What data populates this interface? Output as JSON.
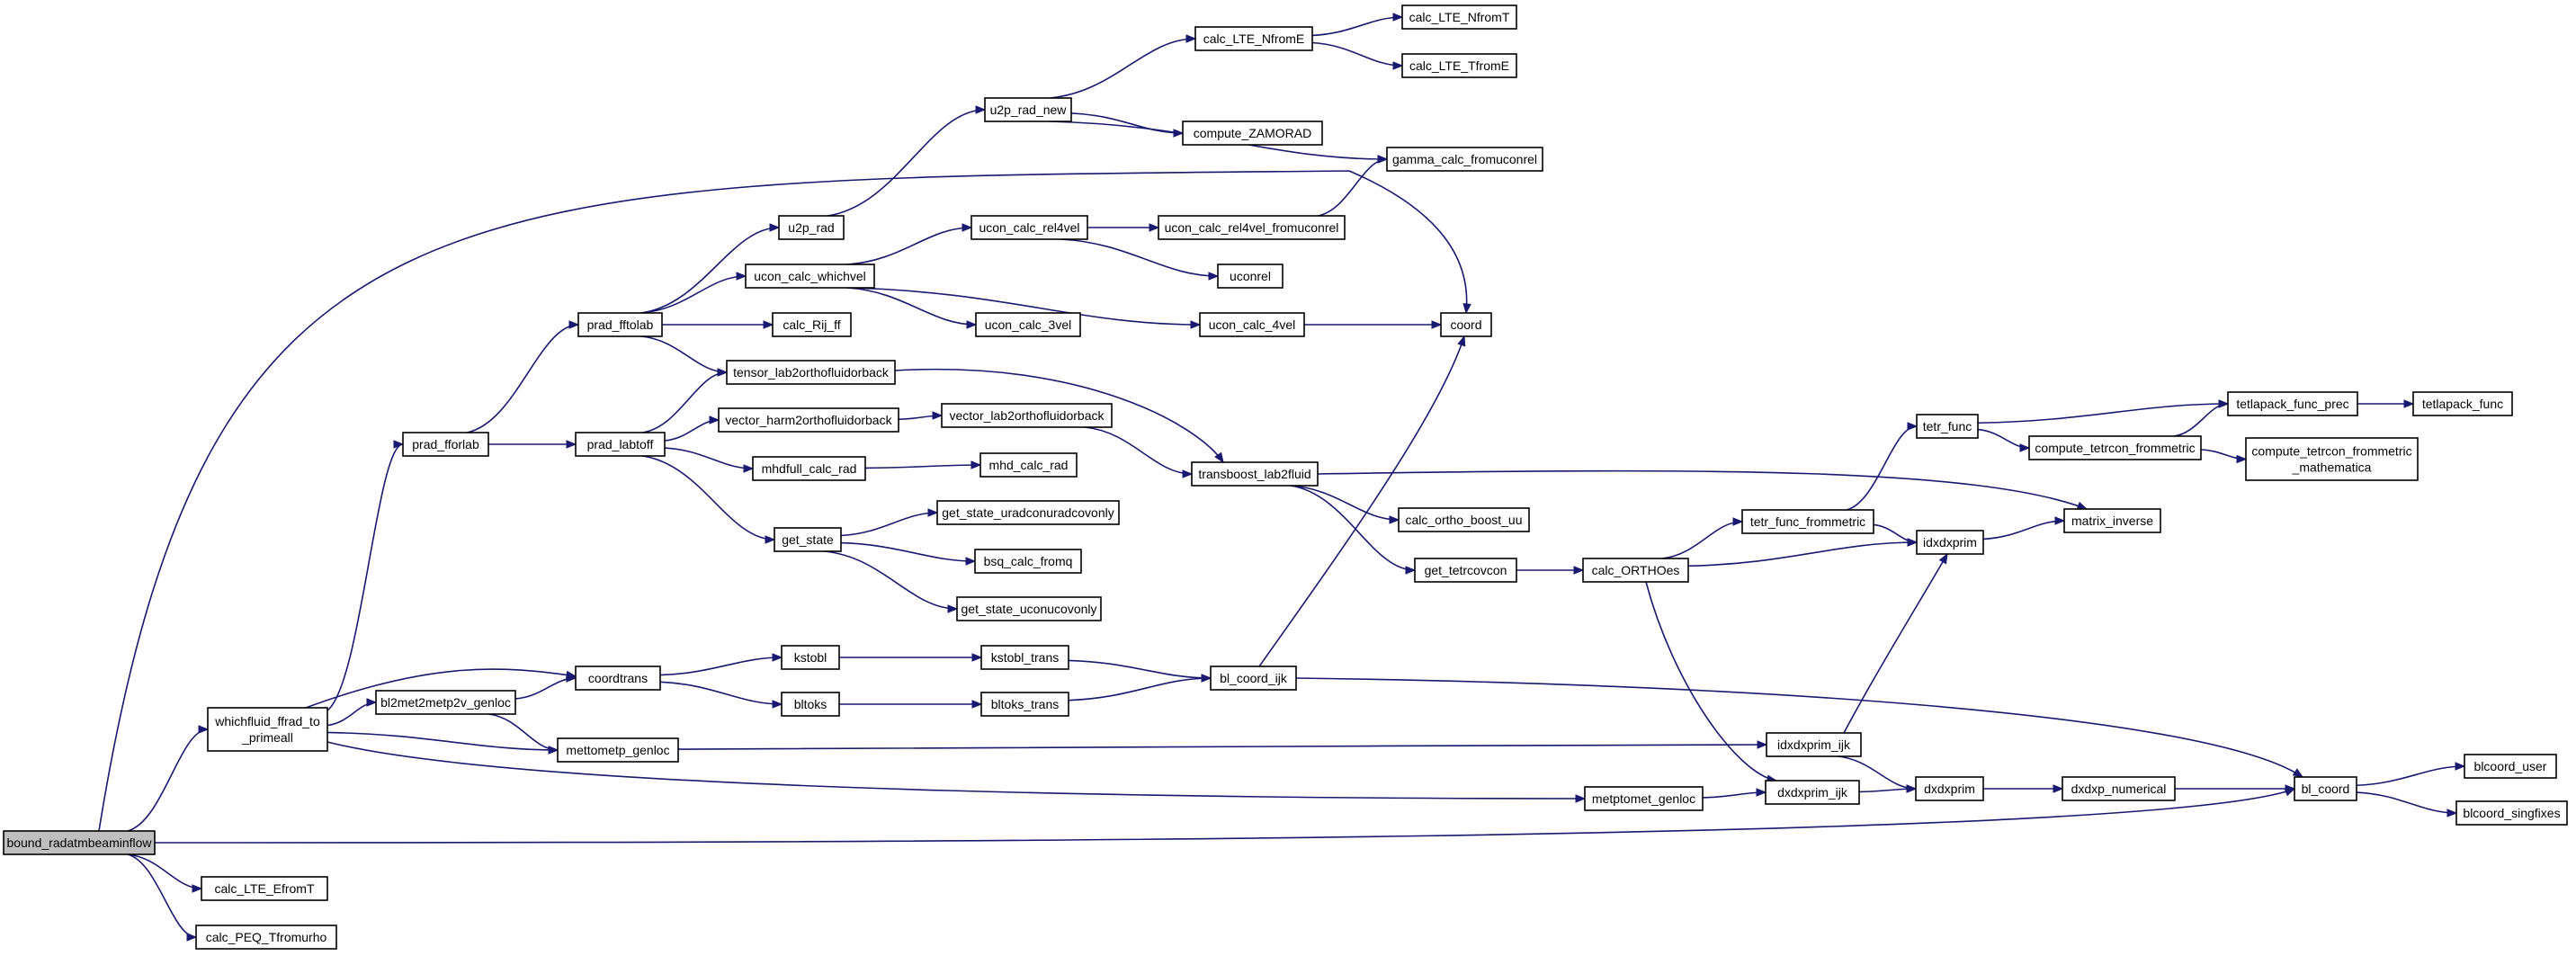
{
  "graph": {
    "root": "bound_radatmbeaminflow",
    "nodes": [
      {
        "id": "bound_radatmbeaminflow",
        "lines": [
          "bound_radatmbeaminflow"
        ]
      },
      {
        "id": "whichfluid_ffrad_to_primeall",
        "lines": [
          "whichfluid_ffrad_to",
          "_primeall"
        ]
      },
      {
        "id": "calc_LTE_EfromT",
        "lines": [
          "calc_LTE_EfromT"
        ]
      },
      {
        "id": "calc_PEQ_Tfromurho",
        "lines": [
          "calc_PEQ_Tfromurho"
        ]
      },
      {
        "id": "prad_fforlab",
        "lines": [
          "prad_fforlab"
        ]
      },
      {
        "id": "bl2met2metp2v_genloc",
        "lines": [
          "bl2met2metp2v_genloc"
        ]
      },
      {
        "id": "coordtrans",
        "lines": [
          "coordtrans"
        ]
      },
      {
        "id": "mettometp_genloc",
        "lines": [
          "mettometp_genloc"
        ]
      },
      {
        "id": "metptomet_genloc",
        "lines": [
          "metptomet_genloc"
        ]
      },
      {
        "id": "prad_fftolab",
        "lines": [
          "prad_fftolab"
        ]
      },
      {
        "id": "prad_labtoff",
        "lines": [
          "prad_labtoff"
        ]
      },
      {
        "id": "u2p_rad",
        "lines": [
          "u2p_rad"
        ]
      },
      {
        "id": "ucon_calc_whichvel",
        "lines": [
          "ucon_calc_whichvel"
        ]
      },
      {
        "id": "calc_Rij_ff",
        "lines": [
          "calc_Rij_ff"
        ]
      },
      {
        "id": "tensor_lab2orthofluidorback",
        "lines": [
          "tensor_lab2orthofluidorback"
        ]
      },
      {
        "id": "vector_harm2orthofluidorback",
        "lines": [
          "vector_harm2orthofluidorback"
        ]
      },
      {
        "id": "mhdfull_calc_rad",
        "lines": [
          "mhdfull_calc_rad"
        ]
      },
      {
        "id": "get_state",
        "lines": [
          "get_state"
        ]
      },
      {
        "id": "u2p_rad_new",
        "lines": [
          "u2p_rad_new"
        ]
      },
      {
        "id": "calc_LTE_NfromE",
        "lines": [
          "calc_LTE_NfromE"
        ]
      },
      {
        "id": "calc_LTE_NfromT",
        "lines": [
          "calc_LTE_NfromT"
        ]
      },
      {
        "id": "calc_LTE_TfromE",
        "lines": [
          "calc_LTE_TfromE"
        ]
      },
      {
        "id": "compute_ZAMORAD",
        "lines": [
          "compute_ZAMORAD"
        ]
      },
      {
        "id": "gamma_calc_fromuconrel",
        "lines": [
          "gamma_calc_fromuconrel"
        ]
      },
      {
        "id": "ucon_calc_rel4vel",
        "lines": [
          "ucon_calc_rel4vel"
        ]
      },
      {
        "id": "ucon_calc_rel4vel_fromuconrel",
        "lines": [
          "ucon_calc_rel4vel_fromuconrel"
        ]
      },
      {
        "id": "uconrel",
        "lines": [
          "uconrel"
        ]
      },
      {
        "id": "ucon_calc_3vel",
        "lines": [
          "ucon_calc_3vel"
        ]
      },
      {
        "id": "ucon_calc_4vel",
        "lines": [
          "ucon_calc_4vel"
        ]
      },
      {
        "id": "coord",
        "lines": [
          "coord"
        ]
      },
      {
        "id": "vector_lab2orthofluidorback",
        "lines": [
          "vector_lab2orthofluidorback"
        ]
      },
      {
        "id": "transboost_lab2fluid",
        "lines": [
          "transboost_lab2fluid"
        ]
      },
      {
        "id": "mhd_calc_rad",
        "lines": [
          "mhd_calc_rad"
        ]
      },
      {
        "id": "get_state_uradconuradcovonly",
        "lines": [
          "get_state_uradconuradcovonly"
        ]
      },
      {
        "id": "bsq_calc_fromq",
        "lines": [
          "bsq_calc_fromq"
        ]
      },
      {
        "id": "get_state_uconucovonly",
        "lines": [
          "get_state_uconucovonly"
        ]
      },
      {
        "id": "calc_ortho_boost_uu",
        "lines": [
          "calc_ortho_boost_uu"
        ]
      },
      {
        "id": "get_tetrcovcon",
        "lines": [
          "get_tetrcovcon"
        ]
      },
      {
        "id": "calc_ORTHOes",
        "lines": [
          "calc_ORTHOes"
        ]
      },
      {
        "id": "tetr_func_frommetric",
        "lines": [
          "tetr_func_frommetric"
        ]
      },
      {
        "id": "tetr_func",
        "lines": [
          "tetr_func"
        ]
      },
      {
        "id": "compute_tetrcon_frommetric",
        "lines": [
          "compute_tetrcon_frommetric"
        ]
      },
      {
        "id": "tetlapack_func_prec",
        "lines": [
          "tetlapack_func_prec"
        ]
      },
      {
        "id": "tetlapack_func",
        "lines": [
          "tetlapack_func"
        ]
      },
      {
        "id": "compute_tetrcon_frommetric_mathematica",
        "lines": [
          "compute_tetrcon_frommetric",
          "_mathematica"
        ]
      },
      {
        "id": "matrix_inverse",
        "lines": [
          "matrix_inverse"
        ]
      },
      {
        "id": "idxdxprim",
        "lines": [
          "idxdxprim"
        ]
      },
      {
        "id": "kstobl",
        "lines": [
          "kstobl"
        ]
      },
      {
        "id": "kstobl_trans",
        "lines": [
          "kstobl_trans"
        ]
      },
      {
        "id": "bltoks",
        "lines": [
          "bltoks"
        ]
      },
      {
        "id": "bltoks_trans",
        "lines": [
          "bltoks_trans"
        ]
      },
      {
        "id": "bl_coord_ijk",
        "lines": [
          "bl_coord_ijk"
        ]
      },
      {
        "id": "idxdxprim_ijk",
        "lines": [
          "idxdxprim_ijk"
        ]
      },
      {
        "id": "dxdxprim_ijk",
        "lines": [
          "dxdxprim_ijk"
        ]
      },
      {
        "id": "dxdxprim",
        "lines": [
          "dxdxprim"
        ]
      },
      {
        "id": "dxdxp_numerical",
        "lines": [
          "dxdxp_numerical"
        ]
      },
      {
        "id": "bl_coord",
        "lines": [
          "bl_coord"
        ]
      },
      {
        "id": "blcoord_user",
        "lines": [
          "blcoord_user"
        ]
      },
      {
        "id": "blcoord_singfixes",
        "lines": [
          "blcoord_singfixes"
        ]
      }
    ],
    "edges": [
      [
        "bound_radatmbeaminflow",
        "whichfluid_ffrad_to_primeall"
      ],
      [
        "bound_radatmbeaminflow",
        "calc_LTE_EfromT"
      ],
      [
        "bound_radatmbeaminflow",
        "calc_PEQ_Tfromurho"
      ],
      [
        "bound_radatmbeaminflow",
        "coord"
      ],
      [
        "bound_radatmbeaminflow",
        "bl_coord"
      ],
      [
        "whichfluid_ffrad_to_primeall",
        "prad_fforlab"
      ],
      [
        "whichfluid_ffrad_to_primeall",
        "bl2met2metp2v_genloc"
      ],
      [
        "whichfluid_ffrad_to_primeall",
        "coordtrans"
      ],
      [
        "whichfluid_ffrad_to_primeall",
        "mettometp_genloc"
      ],
      [
        "whichfluid_ffrad_to_primeall",
        "metptomet_genloc"
      ],
      [
        "prad_fforlab",
        "prad_fftolab"
      ],
      [
        "prad_fforlab",
        "prad_labtoff"
      ],
      [
        "prad_fftolab",
        "u2p_rad"
      ],
      [
        "prad_fftolab",
        "ucon_calc_whichvel"
      ],
      [
        "prad_fftolab",
        "calc_Rij_ff"
      ],
      [
        "prad_fftolab",
        "tensor_lab2orthofluidorback"
      ],
      [
        "prad_labtoff",
        "tensor_lab2orthofluidorback"
      ],
      [
        "prad_labtoff",
        "vector_harm2orthofluidorback"
      ],
      [
        "prad_labtoff",
        "mhdfull_calc_rad"
      ],
      [
        "prad_labtoff",
        "get_state"
      ],
      [
        "u2p_rad",
        "u2p_rad_new"
      ],
      [
        "u2p_rad_new",
        "calc_LTE_NfromE"
      ],
      [
        "u2p_rad_new",
        "compute_ZAMORAD"
      ],
      [
        "u2p_rad_new",
        "gamma_calc_fromuconrel"
      ],
      [
        "calc_LTE_NfromE",
        "calc_LTE_NfromT"
      ],
      [
        "calc_LTE_NfromE",
        "calc_LTE_TfromE"
      ],
      [
        "ucon_calc_whichvel",
        "ucon_calc_rel4vel"
      ],
      [
        "ucon_calc_whichvel",
        "ucon_calc_3vel"
      ],
      [
        "ucon_calc_whichvel",
        "ucon_calc_4vel"
      ],
      [
        "ucon_calc_rel4vel",
        "ucon_calc_rel4vel_fromuconrel"
      ],
      [
        "ucon_calc_rel4vel",
        "uconrel"
      ],
      [
        "ucon_calc_rel4vel_fromuconrel",
        "gamma_calc_fromuconrel"
      ],
      [
        "ucon_calc_4vel",
        "coord"
      ],
      [
        "tensor_lab2orthofluidorback",
        "transboost_lab2fluid"
      ],
      [
        "vector_harm2orthofluidorback",
        "vector_lab2orthofluidorback"
      ],
      [
        "vector_lab2orthofluidorback",
        "transboost_lab2fluid"
      ],
      [
        "mhdfull_calc_rad",
        "mhd_calc_rad"
      ],
      [
        "get_state",
        "get_state_uradconuradcovonly"
      ],
      [
        "get_state",
        "bsq_calc_fromq"
      ],
      [
        "get_state",
        "get_state_uconucovonly"
      ],
      [
        "transboost_lab2fluid",
        "calc_ortho_boost_uu"
      ],
      [
        "transboost_lab2fluid",
        "get_tetrcovcon"
      ],
      [
        "transboost_lab2fluid",
        "matrix_inverse"
      ],
      [
        "get_tetrcovcon",
        "calc_ORTHOes"
      ],
      [
        "calc_ORTHOes",
        "tetr_func_frommetric"
      ],
      [
        "calc_ORTHOes",
        "idxdxprim"
      ],
      [
        "calc_ORTHOes",
        "dxdxprim_ijk"
      ],
      [
        "tetr_func_frommetric",
        "tetr_func"
      ],
      [
        "tetr_func_frommetric",
        "idxdxprim"
      ],
      [
        "tetr_func",
        "compute_tetrcon_frommetric"
      ],
      [
        "tetr_func",
        "tetlapack_func_prec"
      ],
      [
        "compute_tetrcon_frommetric",
        "tetlapack_func_prec"
      ],
      [
        "compute_tetrcon_frommetric",
        "compute_tetrcon_frommetric_mathematica"
      ],
      [
        "tetlapack_func_prec",
        "tetlapack_func"
      ],
      [
        "idxdxprim",
        "matrix_inverse"
      ],
      [
        "bl2met2metp2v_genloc",
        "coordtrans"
      ],
      [
        "bl2met2metp2v_genloc",
        "mettometp_genloc"
      ],
      [
        "coordtrans",
        "kstobl"
      ],
      [
        "coordtrans",
        "bltoks"
      ],
      [
        "kstobl",
        "kstobl_trans"
      ],
      [
        "bltoks",
        "bltoks_trans"
      ],
      [
        "kstobl_trans",
        "bl_coord_ijk"
      ],
      [
        "bltoks_trans",
        "bl_coord_ijk"
      ],
      [
        "bl_coord_ijk",
        "coord"
      ],
      [
        "bl_coord_ijk",
        "bl_coord"
      ],
      [
        "mettometp_genloc",
        "idxdxprim_ijk"
      ],
      [
        "idxdxprim_ijk",
        "idxdxprim"
      ],
      [
        "idxdxprim_ijk",
        "dxdxprim"
      ],
      [
        "metptomet_genloc",
        "dxdxprim_ijk"
      ],
      [
        "dxdxprim_ijk",
        "dxdxprim"
      ],
      [
        "dxdxprim",
        "dxdxp_numerical"
      ],
      [
        "dxdxp_numerical",
        "bl_coord"
      ],
      [
        "bl_coord",
        "blcoord_user"
      ],
      [
        "bl_coord",
        "blcoord_singfixes"
      ]
    ]
  }
}
